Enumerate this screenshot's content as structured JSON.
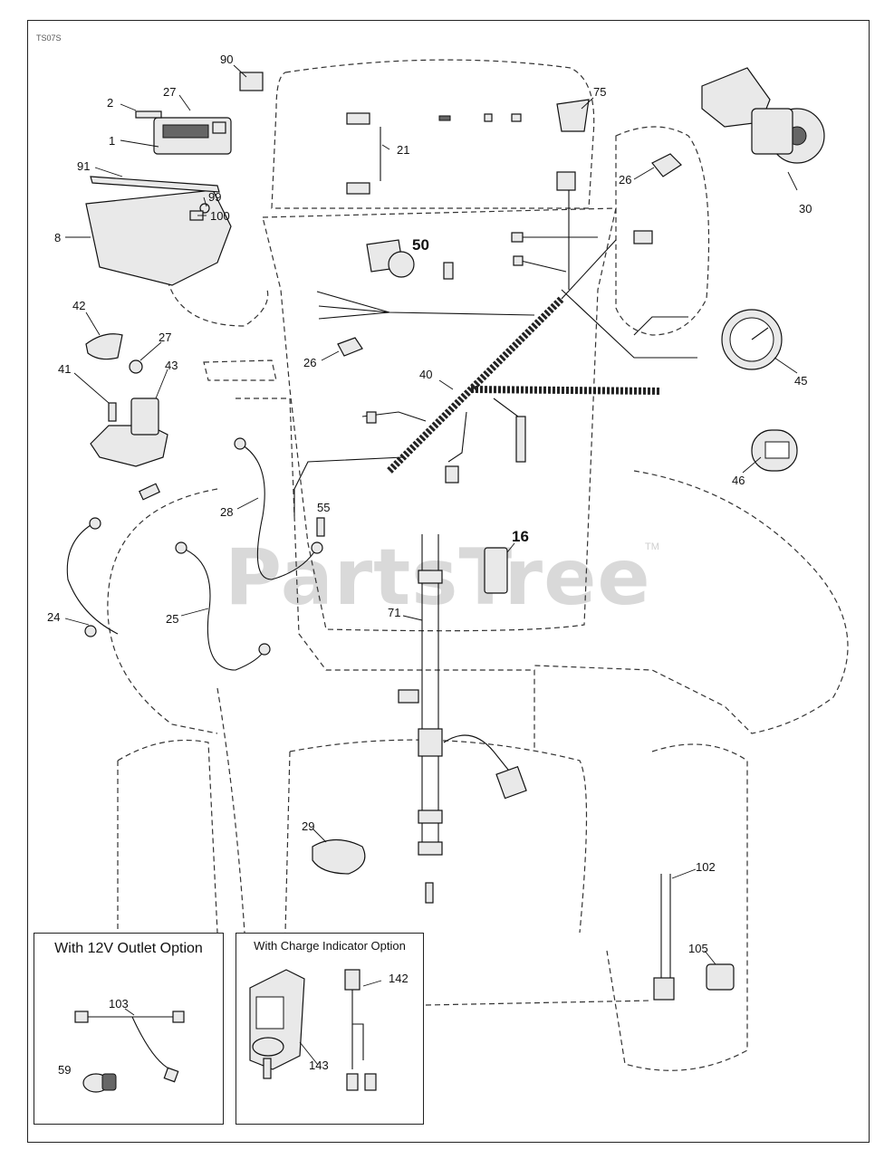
{
  "diagram_code": "TS07S",
  "watermark": {
    "text": "PartsTree",
    "tm": "TM"
  },
  "callouts": {
    "c90": "90",
    "c2": "2",
    "c27a": "27",
    "c1": "1",
    "c91": "91",
    "c99": "99",
    "c100": "100",
    "c8": "8",
    "c21": "21",
    "c75": "75",
    "c26a": "26",
    "c30": "30",
    "c50": "50",
    "c42": "42",
    "c27b": "27",
    "c43": "43",
    "c41": "41",
    "c26b": "26",
    "c40": "40",
    "c45": "45",
    "c46": "46",
    "c28": "28",
    "c55": "55",
    "c16": "16",
    "c24": "24",
    "c25": "25",
    "c71": "71",
    "c29": "29",
    "c102": "102",
    "c105": "105"
  },
  "inset_12v": {
    "title": "With 12V Outlet Option",
    "c103": "103",
    "c59": "59"
  },
  "inset_charge": {
    "title": "With Charge Indicator Option",
    "c142": "142",
    "c143": "143"
  }
}
